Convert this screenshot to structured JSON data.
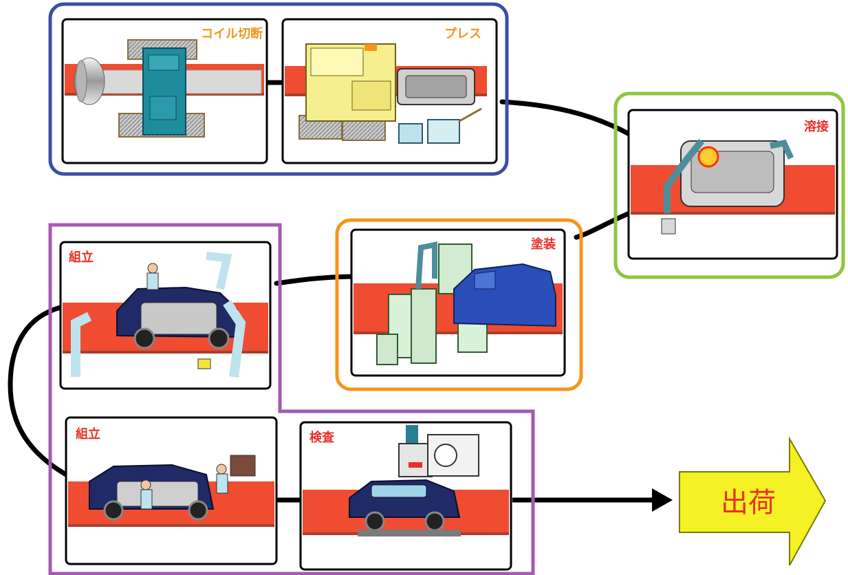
{
  "process": {
    "coil_cutting": {
      "label": "コイル切断"
    },
    "press": {
      "label": "プレス"
    },
    "welding": {
      "label": "溶接"
    },
    "painting": {
      "label": "塗装"
    },
    "assembly_1": {
      "label": "組立"
    },
    "assembly_2": {
      "label": "組立"
    },
    "inspection": {
      "label": "検査"
    }
  },
  "shipment": {
    "label": "出荷"
  },
  "colors": {
    "stamping_group": "#3b4ea5",
    "welding_group": "#8dc63f",
    "painting_group": "#f7941d",
    "assembly_group": "#a45ab0",
    "stage_label_orange": "#f7941d",
    "stage_label_red": "#e8302a",
    "conveyor": "#ef4c31",
    "ship_arrow": "#f4f125",
    "car_body": "#1f2a66"
  }
}
